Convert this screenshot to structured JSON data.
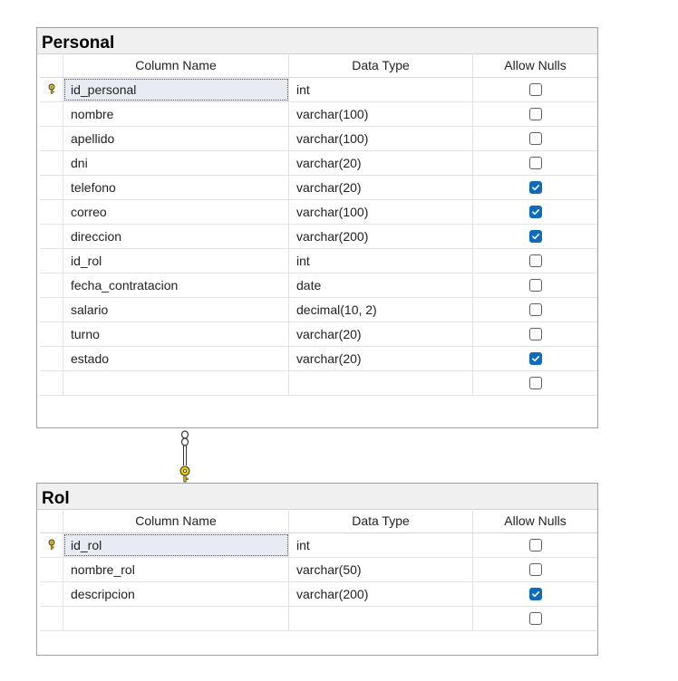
{
  "tables": [
    {
      "title": "Personal",
      "headers": {
        "select": "",
        "name": "Column Name",
        "type": "Data Type",
        "nulls": "Allow Nulls"
      },
      "rows": [
        {
          "name": "id_personal",
          "type": "int",
          "allow_nulls": false,
          "primary_key": true
        },
        {
          "name": "nombre",
          "type": "varchar(100)",
          "allow_nulls": false
        },
        {
          "name": "apellido",
          "type": "varchar(100)",
          "allow_nulls": false
        },
        {
          "name": "dni",
          "type": "varchar(20)",
          "allow_nulls": false
        },
        {
          "name": "telefono",
          "type": "varchar(20)",
          "allow_nulls": true
        },
        {
          "name": "correo",
          "type": "varchar(100)",
          "allow_nulls": true
        },
        {
          "name": "direccion",
          "type": "varchar(200)",
          "allow_nulls": true
        },
        {
          "name": "id_rol",
          "type": "int",
          "allow_nulls": false
        },
        {
          "name": "fecha_contratacion",
          "type": "date",
          "allow_nulls": false
        },
        {
          "name": "salario",
          "type": "decimal(10, 2)",
          "allow_nulls": false
        },
        {
          "name": "turno",
          "type": "varchar(20)",
          "allow_nulls": false
        },
        {
          "name": "estado",
          "type": "varchar(20)",
          "allow_nulls": true
        },
        {
          "name": "",
          "type": "",
          "allow_nulls": false
        }
      ]
    },
    {
      "title": "Rol",
      "headers": {
        "select": "",
        "name": "Column Name",
        "type": "Data Type",
        "nulls": "Allow Nulls"
      },
      "rows": [
        {
          "name": "id_rol",
          "type": "int",
          "allow_nulls": false,
          "primary_key": true
        },
        {
          "name": "nombre_rol",
          "type": "varchar(50)",
          "allow_nulls": false
        },
        {
          "name": "descripcion",
          "type": "varchar(200)",
          "allow_nulls": true
        },
        {
          "name": "",
          "type": "",
          "allow_nulls": false
        }
      ]
    }
  ],
  "relationship": {
    "from": "Personal",
    "to": "Rol",
    "from_end": "infinity-icon",
    "to_end": "key-icon"
  },
  "colors": {
    "checked": "#0f6cbd",
    "key": "#f2d000",
    "title_bar": "#f0f0f0"
  }
}
